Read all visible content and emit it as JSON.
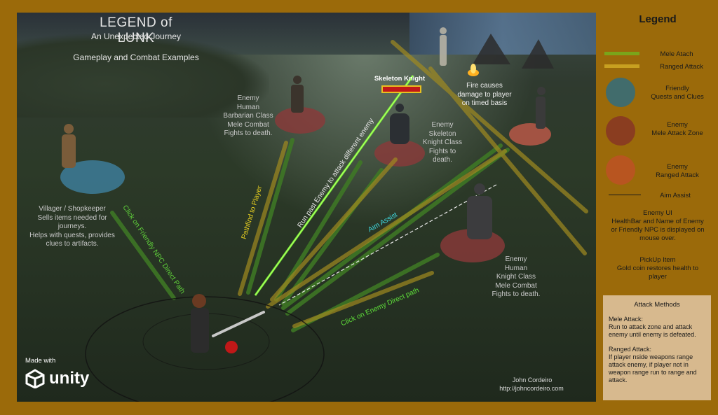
{
  "header": {
    "title": "LEGEND of LUNK",
    "subtitle": "An Unexpected Journey",
    "tagline": "Gameplay and Combat Examples"
  },
  "annotations": {
    "skeleton_knight_name": "Skeleton Knight",
    "fire": "Fire causes\ndamage to player\non timed basis",
    "enemy_barbarian": "Enemy\nHuman\nBarbarian Class\nMele Combat\nFights to death.",
    "enemy_skeleton": "Enemy\nSkeleton\nKnight Class\nFights to\ndeath.",
    "villager": "Villager / Shopkeeper\nSells items needed for\njourneys.\nHelps with quests, provides\nclues to artifacts.",
    "enemy_knight": "Enemy\nHuman\nKnight Class\nMele Combat\nFights to death.",
    "path_friendly": "Click on Friendly NPC Direct Path",
    "pathfind": "Pathfind to Player",
    "run_past": "Run past Enemy to attack different enemy",
    "aim_assist": "Aim Assist",
    "enemy_direct_path": "Click on Enemy Direct path",
    "credit_name": "John Cordeiro",
    "credit_url": "http://johncordeiro.com"
  },
  "branding": {
    "made_with": "Made with",
    "engine": "unity"
  },
  "legend": {
    "title": "Legend",
    "mele_atach": "Mele Atach",
    "ranged_attack": "Ranged Attack",
    "friendly": "Friendly\nQuests and Clues",
    "enemy_mele": "Enemy\nMele Attack Zone",
    "enemy_ranged": "Enemy\nRanged Attack",
    "aim_assist": "Aim Assist",
    "enemy_ui": "Enemy UI\nHealthBar and Name of Enemy\nor Friendly NPC is displayed on\nmouse over.",
    "pickup": "PickUp Item\nGold coin restores health to\nplayer"
  },
  "attack_methods": {
    "title": "Attack Methods",
    "mele_heading": "Mele Attack:",
    "mele_text": "Run to attack zone and attack enemy until enemy is defeated.",
    "ranged_heading": "Ranged Attack:",
    "ranged_text": "If player nside weapons range attack enemy, if player not in weapon range run to range and attack."
  },
  "colors": {
    "frame": "#9b6a0a",
    "mele_line": "#6a9a1a",
    "ranged_line": "#b8901e",
    "friendly_zone": "#3d6e7a",
    "enemy_mele_zone": "#8b3a2a",
    "enemy_ranged_zone": "#b5532a",
    "attack_box": "#d7b98e"
  },
  "icons": [
    "unity-logo",
    "health-bar",
    "fire-icon"
  ]
}
